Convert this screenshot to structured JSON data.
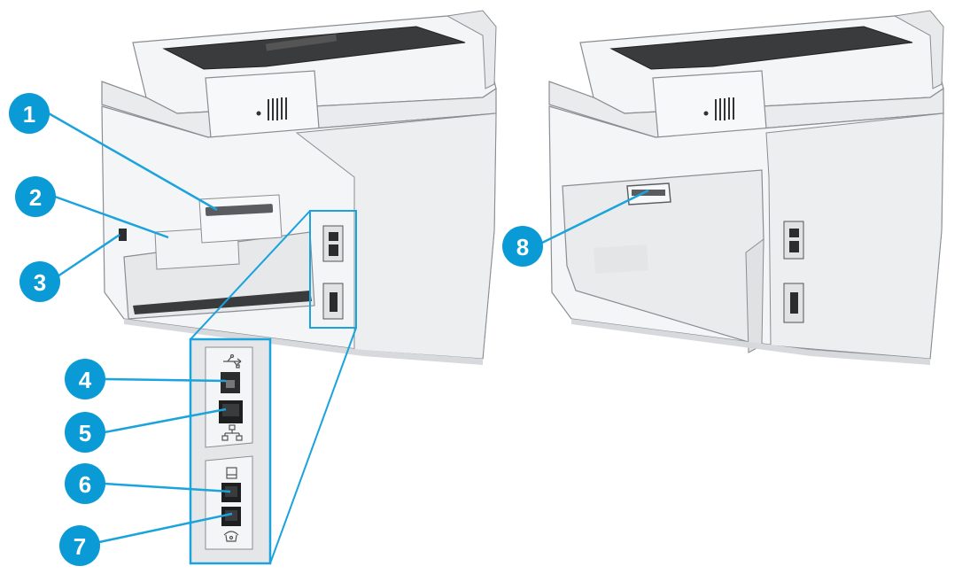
{
  "colors": {
    "callout": "#0a9bd6",
    "leader": "#1aa3dd",
    "panel_bg": "#e4e6e8",
    "printer_body": "#f4f5f6",
    "printer_shadow": "#d7d9dc",
    "outline": "#8a8d91",
    "port": "#2b2c2e"
  },
  "callouts": [
    {
      "id": 1,
      "label": "1"
    },
    {
      "id": 2,
      "label": "2"
    },
    {
      "id": 3,
      "label": "3"
    },
    {
      "id": 4,
      "label": "4"
    },
    {
      "id": 5,
      "label": "5"
    },
    {
      "id": 6,
      "label": "6"
    },
    {
      "id": 7,
      "label": "7"
    },
    {
      "id": 8,
      "label": "8"
    }
  ],
  "icons": {
    "usb": "usb-icon",
    "network": "network-icon",
    "fax_line": "fax-line-icon",
    "telephone": "telephone-icon"
  }
}
